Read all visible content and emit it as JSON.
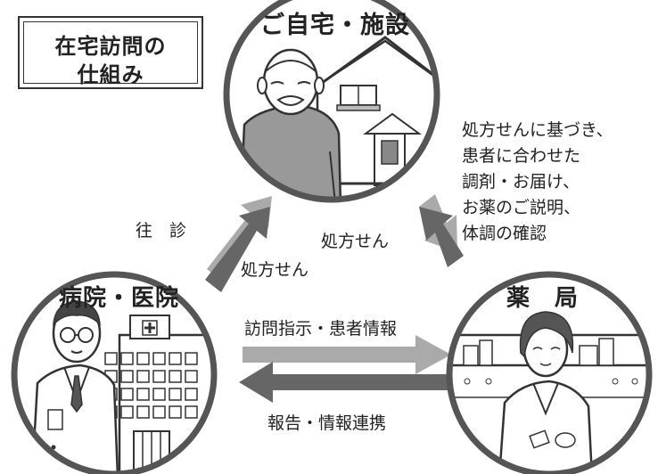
{
  "title": {
    "line1": "在宅訪問の",
    "line2": "仕組み"
  },
  "nodes": {
    "home": {
      "label": "ご自宅・施設"
    },
    "hospital": {
      "label": "病院・医院"
    },
    "pharmacy": {
      "label": "薬　局"
    }
  },
  "arrows": {
    "visit": "往　診",
    "prescription_hospital": "処方せん",
    "prescription_home": "処方せん",
    "visit_instructions": "訪問指示・患者情報",
    "report": "報告・情報連携"
  },
  "pharmacy_services": [
    "処方せんに基づき、",
    "患者に合わせた",
    "調剤・お届け、",
    "お薬のご説明、",
    "体調の確認"
  ]
}
